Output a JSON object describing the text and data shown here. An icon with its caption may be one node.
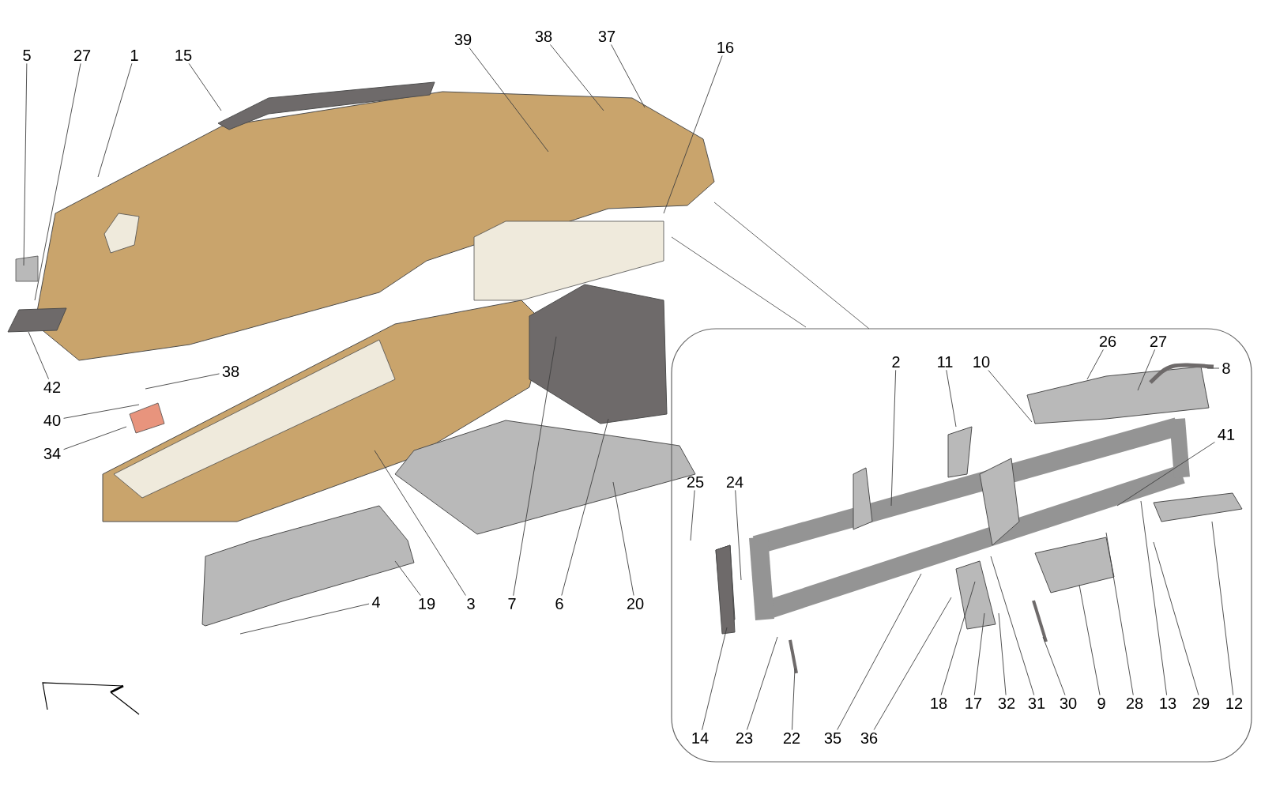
{
  "diagram": {
    "nodes": [
      {
        "text": [
          "5"
        ]
      },
      {
        "text": [
          "27"
        ]
      },
      {
        "text": [
          "1"
        ]
      },
      {
        "text": [
          "15"
        ]
      },
      {
        "text": [
          "39"
        ]
      },
      {
        "text": [
          "38"
        ]
      },
      {
        "text": [
          "37"
        ]
      },
      {
        "text": [
          "16"
        ]
      },
      {
        "text": [
          "42"
        ]
      },
      {
        "text": [
          "38"
        ]
      },
      {
        "text": [
          "40"
        ]
      },
      {
        "text": [
          "34"
        ]
      },
      {
        "text": [
          "4"
        ]
      },
      {
        "text": [
          "19"
        ]
      },
      {
        "text": [
          "3"
        ]
      },
      {
        "text": [
          "7"
        ]
      },
      {
        "text": [
          "6"
        ]
      },
      {
        "text": [
          "20"
        ]
      },
      {
        "text": [
          "2"
        ]
      },
      {
        "text": [
          "11"
        ]
      },
      {
        "text": [
          "10"
        ]
      },
      {
        "text": [
          "26"
        ]
      },
      {
        "text": [
          "27"
        ]
      },
      {
        "text": [
          "8"
        ]
      },
      {
        "text": [
          "41"
        ]
      },
      {
        "text": [
          "25"
        ]
      },
      {
        "text": [
          "24"
        ]
      },
      {
        "text": [
          "18"
        ]
      },
      {
        "text": [
          "17"
        ]
      },
      {
        "text": [
          "32"
        ]
      },
      {
        "text": [
          "31"
        ]
      },
      {
        "text": [
          "30"
        ]
      },
      {
        "text": [
          "9"
        ]
      },
      {
        "text": [
          "28"
        ]
      },
      {
        "text": [
          "13"
        ]
      },
      {
        "text": [
          "29"
        ]
      },
      {
        "text": [
          "12"
        ]
      },
      {
        "text": [
          "14"
        ]
      },
      {
        "text": [
          "23"
        ]
      },
      {
        "text": [
          "22"
        ]
      },
      {
        "text": [
          "35"
        ]
      },
      {
        "text": [
          "36"
        ]
      }
    ],
    "edges": [
      {
        "from": 0,
        "to": null,
        "arrow": "none"
      },
      {
        "from": 1,
        "to": null,
        "arrow": "none"
      },
      {
        "from": 2,
        "to": null,
        "arrow": "none"
      },
      {
        "from": 3,
        "to": null,
        "arrow": "none"
      },
      {
        "from": 4,
        "to": null,
        "arrow": "none"
      },
      {
        "from": 5,
        "to": null,
        "arrow": "none"
      },
      {
        "from": 6,
        "to": null,
        "arrow": "none"
      },
      {
        "from": 7,
        "to": null,
        "arrow": "none"
      },
      {
        "from": 8,
        "to": null,
        "arrow": "none"
      },
      {
        "from": 9,
        "to": null,
        "arrow": "none"
      },
      {
        "from": 10,
        "to": null,
        "arrow": "none"
      },
      {
        "from": 11,
        "to": null,
        "arrow": "none"
      },
      {
        "from": 12,
        "to": null,
        "arrow": "none"
      },
      {
        "from": 13,
        "to": null,
        "arrow": "none"
      },
      {
        "from": 14,
        "to": null,
        "arrow": "none"
      },
      {
        "from": 15,
        "to": null,
        "arrow": "none"
      },
      {
        "from": 16,
        "to": null,
        "arrow": "none"
      },
      {
        "from": 17,
        "to": null,
        "arrow": "none"
      },
      {
        "from": 18,
        "to": null,
        "arrow": "none"
      },
      {
        "from": 19,
        "to": null,
        "arrow": "none"
      },
      {
        "from": 20,
        "to": null,
        "arrow": "none"
      },
      {
        "from": 21,
        "to": null,
        "arrow": "none"
      },
      {
        "from": 22,
        "to": null,
        "arrow": "none"
      },
      {
        "from": 23,
        "to": null,
        "arrow": "none"
      },
      {
        "from": 24,
        "to": null,
        "arrow": "none"
      },
      {
        "from": 25,
        "to": null,
        "arrow": "none"
      },
      {
        "from": 26,
        "to": null,
        "arrow": "none"
      },
      {
        "from": 27,
        "to": null,
        "arrow": "none"
      },
      {
        "from": 28,
        "to": null,
        "arrow": "none"
      },
      {
        "from": 29,
        "to": null,
        "arrow": "none"
      },
      {
        "from": 30,
        "to": null,
        "arrow": "none"
      },
      {
        "from": 31,
        "to": null,
        "arrow": "none"
      },
      {
        "from": 32,
        "to": null,
        "arrow": "none"
      },
      {
        "from": 33,
        "to": null,
        "arrow": "none"
      },
      {
        "from": 34,
        "to": null,
        "arrow": "none"
      },
      {
        "from": 35,
        "to": null,
        "arrow": "none"
      },
      {
        "from": 36,
        "to": null,
        "arrow": "none"
      },
      {
        "from": 37,
        "to": null,
        "arrow": "none"
      },
      {
        "from": 38,
        "to": null,
        "arrow": "none"
      },
      {
        "from": 39,
        "to": null,
        "arrow": "none"
      },
      {
        "from": 40,
        "to": null,
        "arrow": "none"
      },
      {
        "from": 41,
        "to": null,
        "arrow": "none"
      }
    ]
  }
}
